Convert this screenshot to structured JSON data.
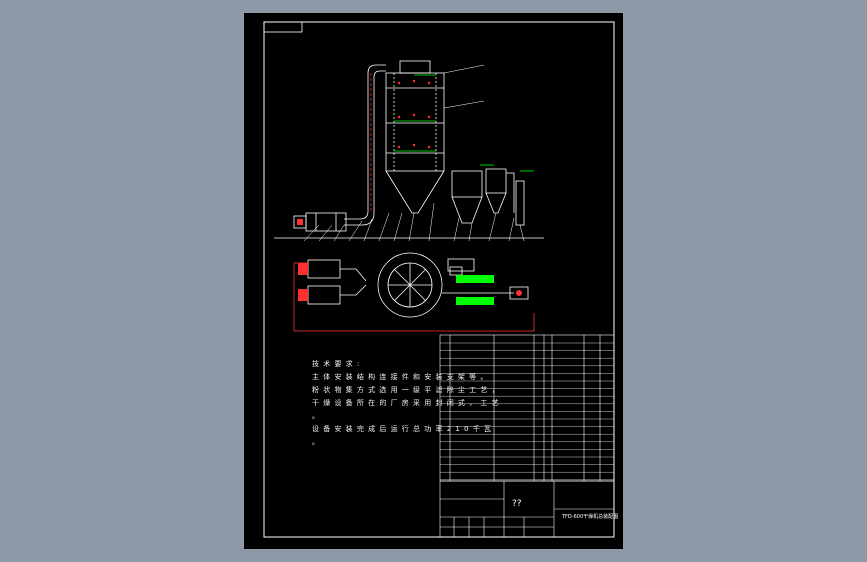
{
  "technical_requirements": {
    "heading": "技 术 要 求 :",
    "lines": [
      "主 体 安 装 结 构 连 接 件 和 安 装 支 架 等 。",
      "粉 状 物 集 方 式 选 用 一 级 平 滤 除 尘 工 艺 ，",
      "干 燥 设 备 所 在 的 厂 房 采 用 封 闭 式 ， 工 艺 。",
      "设 备 安 装 完 成 后 运 行 总 功 率 2 1 0 千 瓦 。"
    ]
  },
  "title_block": {
    "drawing_name": "??",
    "drawing_number": "TFD-600干燥机总装配图"
  },
  "colors": {
    "background": "#8e98a6",
    "sheet": "#000000",
    "outline": "#ffffff",
    "pipe": "#ff3030",
    "highlight": "#00ff00",
    "accent": "#00e5ff"
  }
}
